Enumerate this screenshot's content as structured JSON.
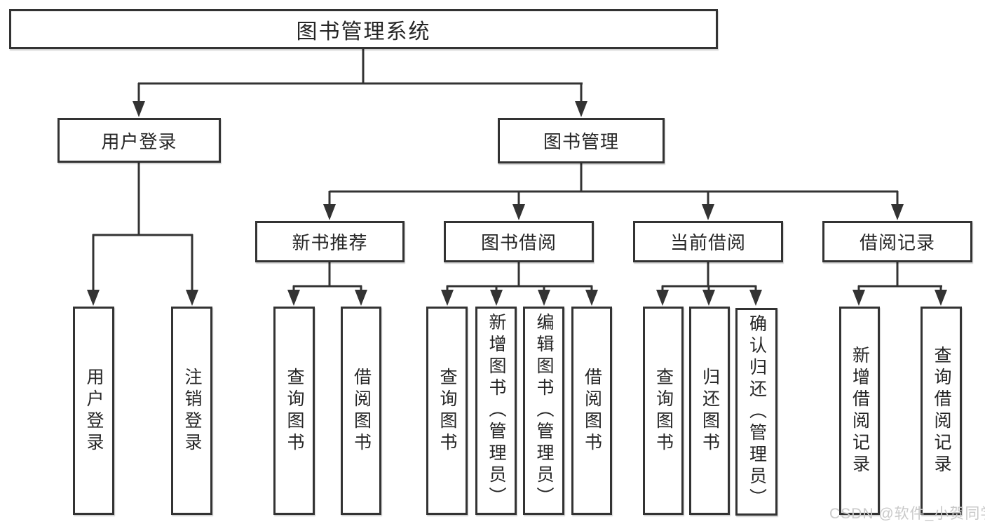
{
  "tree": {
    "root": "图书管理系统",
    "children": [
      {
        "label": "用户登录",
        "children": [
          "用户登录",
          "注销登录"
        ]
      },
      {
        "label": "图书管理",
        "children": [
          {
            "label": "新书推荐",
            "children": [
              "查询图书",
              "借阅图书"
            ]
          },
          {
            "label": "图书借阅",
            "children": [
              "查询图书",
              "新增图书（管理员）",
              "编辑图书（管理员）",
              "借阅图书"
            ]
          },
          {
            "label": "当前借阅",
            "children": [
              "查询图书",
              "归还图书",
              "确认归还（管理员）"
            ]
          },
          {
            "label": "借阅记录",
            "children": [
              "新增借阅记录",
              "查询借阅记录"
            ]
          }
        ]
      }
    ]
  },
  "watermark": "CSDN @软件_小贺同学",
  "colors": {
    "line": "#333333",
    "text": "#262626",
    "background": "#ffffff",
    "watermark": "#c9c9c9"
  }
}
